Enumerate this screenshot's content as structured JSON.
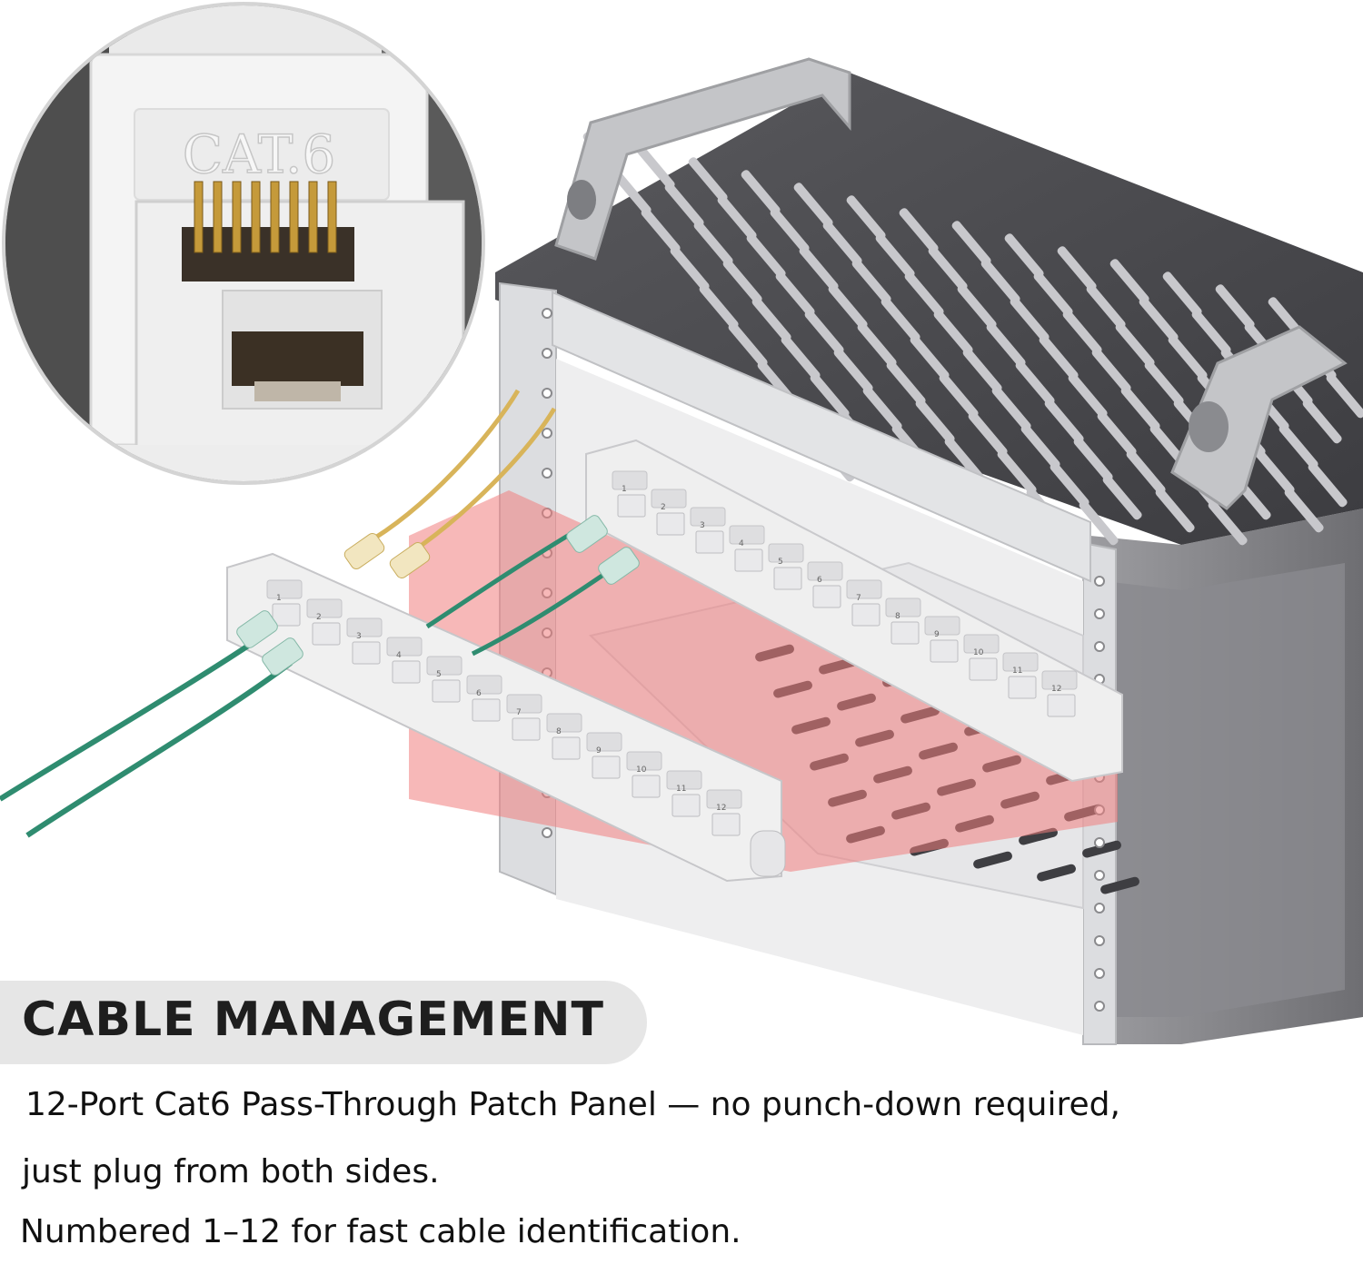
{
  "inset": {
    "jack_label": "CAT.6"
  },
  "panel": {
    "port_numbers": [
      "1",
      "2",
      "3",
      "4",
      "5",
      "6",
      "7",
      "8",
      "9",
      "10",
      "11",
      "12"
    ]
  },
  "caption": {
    "title": "CABLE MANAGEMENT",
    "line1": "12-Port Cat6 Pass-Through Patch Panel — no punch-down required,",
    "line2": "just plug from both sides.",
    "line3": "Numbered 1–12 for fast cable identification."
  },
  "colors": {
    "highlight": "#f07d7d",
    "cable_green": "#2f8c70",
    "cable_yellow": "#d8b45a",
    "chassis_dark": "#4a4a4e",
    "frame_silver": "#d9dadc"
  }
}
